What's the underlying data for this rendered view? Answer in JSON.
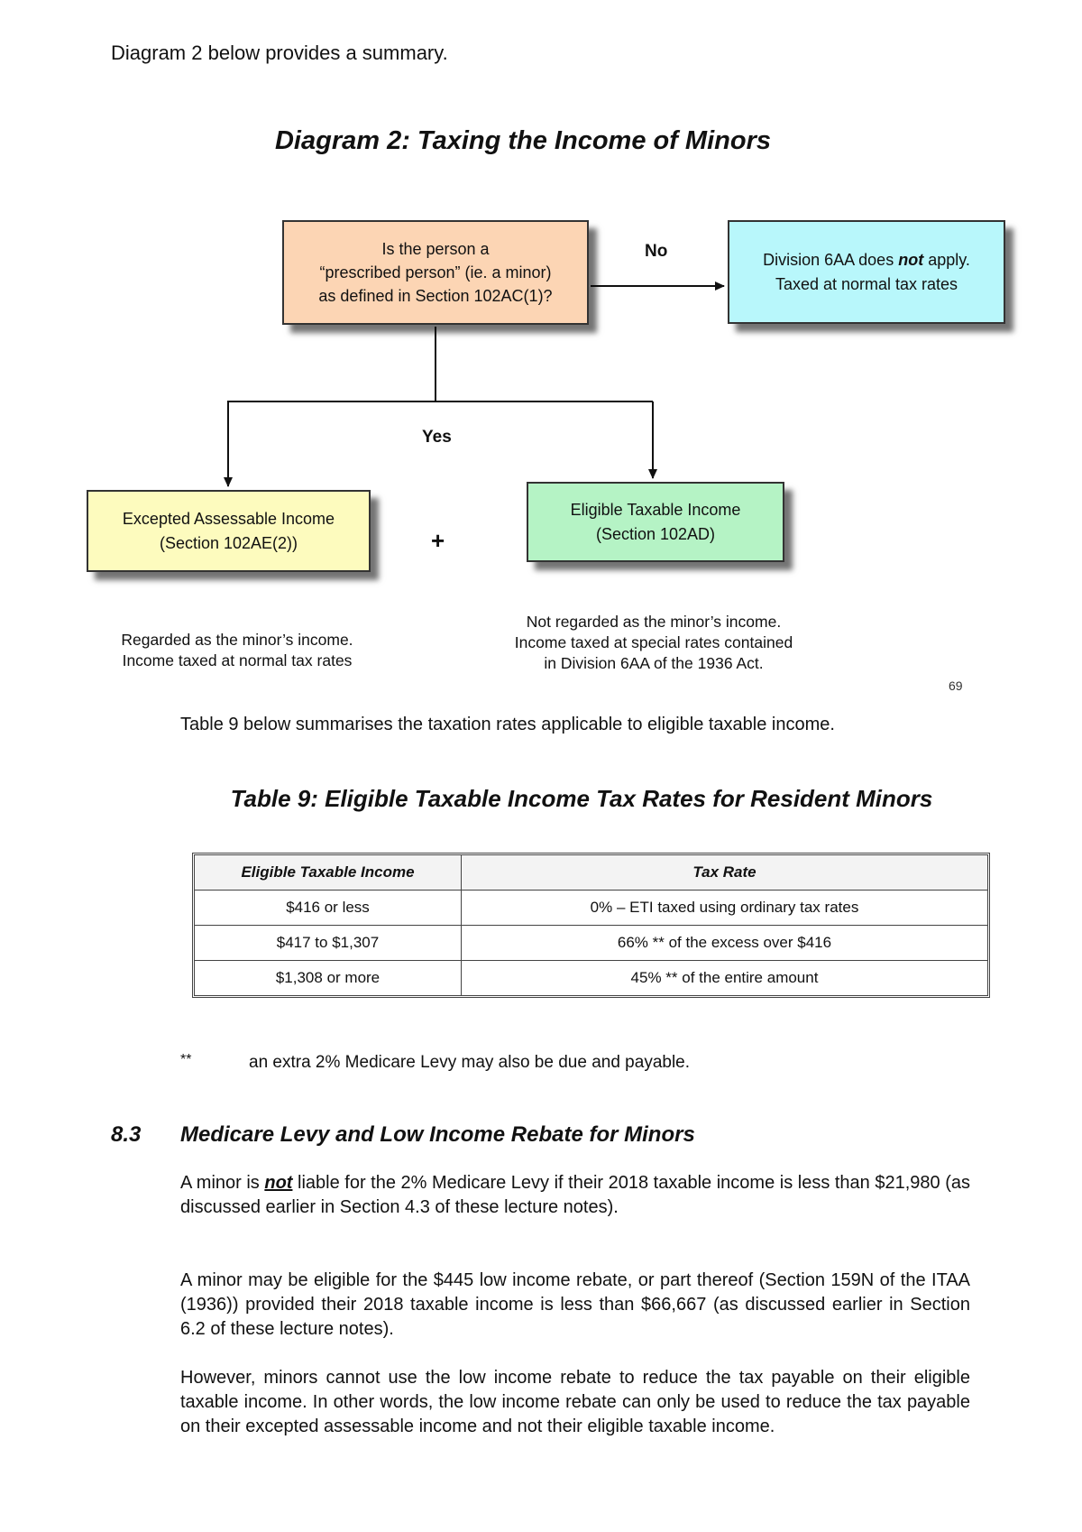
{
  "intro": "Diagram 2 below provides a summary.",
  "diagram": {
    "title": "Diagram 2: Taxing the Income of Minors",
    "question": {
      "line1": "Is the person a",
      "line2": "“prescribed person” (ie. a minor)",
      "line3": "as defined in Section 102AC(1)?"
    },
    "no_label": "No",
    "yes_label": "Yes",
    "no_box": {
      "line1_pre": "Division 6AA does ",
      "line1_em": "not",
      "line1_post": " apply.",
      "line2": "Taxed at normal tax rates"
    },
    "excepted_box": {
      "line1": "Excepted Assessable Income",
      "line2": "(Section 102AE(2))"
    },
    "plus": "+",
    "eligible_box": {
      "line1": "Eligible Taxable Income",
      "line2": "(Section 102AD)"
    },
    "excepted_note": {
      "line1": "Regarded as the minor’s income.",
      "line2": "Income taxed at normal tax rates"
    },
    "eligible_note": {
      "line1": "Not regarded as the minor’s income.",
      "line2": "Income taxed at special rates contained",
      "line3": "in Division 6AA of the 1936 Act."
    }
  },
  "page_number": "69",
  "table9": {
    "intro": "Table 9 below summarises the taxation rates applicable to eligible taxable income.",
    "title": "Table 9: Eligible Taxable Income Tax Rates for Resident Minors",
    "headers": [
      "Eligible Taxable Income",
      "Tax Rate"
    ],
    "rows": [
      [
        "$416 or less",
        "0% – ETI taxed using ordinary tax rates"
      ],
      [
        "$417 to $1,307",
        "66% ** of the excess over $416"
      ],
      [
        "$1,308 or more",
        "45% ** of the entire amount"
      ]
    ]
  },
  "footnote": {
    "mark": "**",
    "text": "an extra 2% Medicare Levy may also be due and payable."
  },
  "section": {
    "number": "8.3",
    "title": "Medicare Levy and Low Income Rebate for Minors",
    "p1_pre": "A minor is ",
    "p1_em": "not",
    "p1_post": " liable for the 2% Medicare Levy if their 2018 taxable income is less than $21,980 (as discussed earlier in Section 4.3 of these lecture notes).",
    "p2": "A minor may be eligible for the $445 low income rebate, or part thereof (Section 159N of the ITAA (1936)) provided their 2018 taxable income is less than $66,667 (as discussed earlier in Section 6.2 of these lecture notes).",
    "p3": "However, minors cannot use the low income rebate to reduce the tax payable on their eligible taxable income. In other words, the low income rebate can only be used to reduce the tax payable on their excepted assessable income and not their eligible taxable income."
  }
}
